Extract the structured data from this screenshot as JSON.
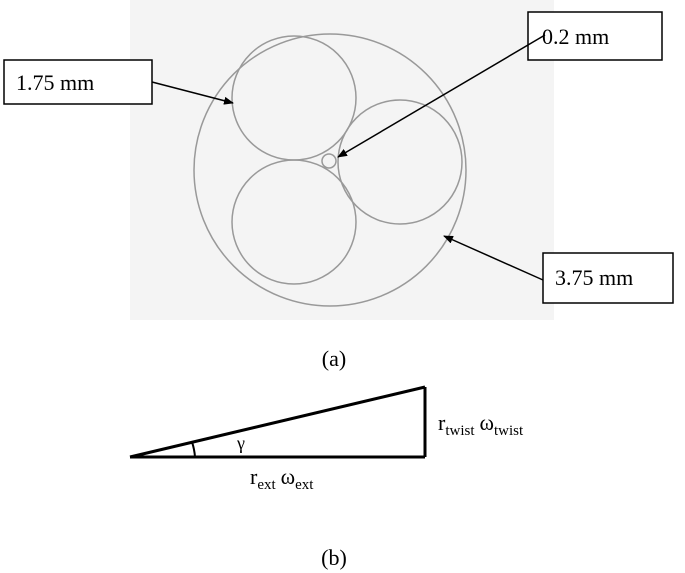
{
  "figure_a": {
    "label": "(a)",
    "dimensions": {
      "left_circle": "1.75 mm",
      "center_circle": "0.2 mm",
      "outer_circle": "3.75 mm"
    }
  },
  "figure_b": {
    "label": "(b)",
    "angle_symbol": "γ",
    "base": {
      "r": "r",
      "r_sub": "ext",
      "omega": "ω",
      "omega_sub": "ext"
    },
    "side": {
      "r": "r",
      "r_sub": "twist",
      "omega": "ω",
      "omega_sub": "twist"
    }
  },
  "colors": {
    "panel": "#f4f4f4",
    "circle_stroke": "#999999",
    "ink": "#000000"
  }
}
